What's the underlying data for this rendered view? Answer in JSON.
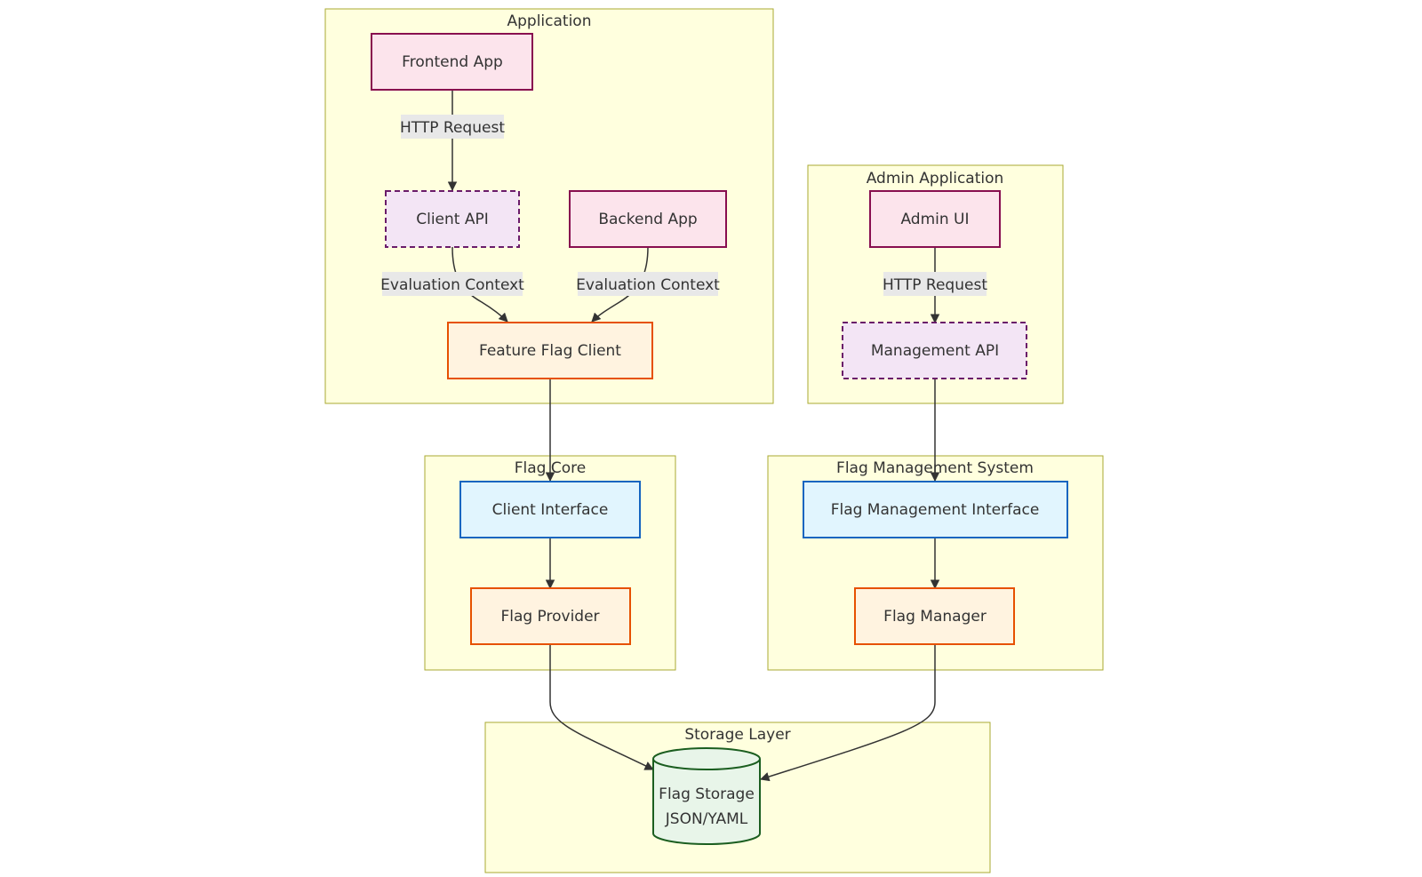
{
  "clusters": {
    "application": "Application",
    "admin": "Admin Application",
    "core": "Flag Core",
    "management": "Flag Management System",
    "storage": "Storage Layer"
  },
  "nodes": {
    "frontend_app": "Frontend App",
    "client_api": "Client API",
    "backend_app": "Backend App",
    "feature_flag_client": "Feature Flag Client",
    "admin_ui": "Admin UI",
    "management_api": "Management API",
    "client_interface": "Client Interface",
    "flag_provider": "Flag Provider",
    "flag_management_interface": "Flag Management Interface",
    "flag_manager": "Flag Manager",
    "flag_storage_line1": "Flag Storage",
    "flag_storage_line2": "JSON/YAML"
  },
  "edges": {
    "frontend_to_client_api": "HTTP Request",
    "client_api_to_ffc": "Evaluation Context",
    "backend_to_ffc": "Evaluation Context",
    "admin_ui_to_mgmt_api": "HTTP Request"
  },
  "colors": {
    "cluster_fill": "#ffffde",
    "cluster_stroke": "#aaaa33",
    "app_fill": "#fce4ec",
    "app_stroke": "#880e4f",
    "api_fill": "#f3e5f5",
    "api_stroke": "#6a1b6a",
    "core_fill": "#fff3e0",
    "core_stroke": "#e65100",
    "iface_fill": "#e1f5fe",
    "iface_stroke": "#1565c0",
    "storage_fill": "#e8f5e9",
    "storage_stroke": "#1b5e20"
  }
}
